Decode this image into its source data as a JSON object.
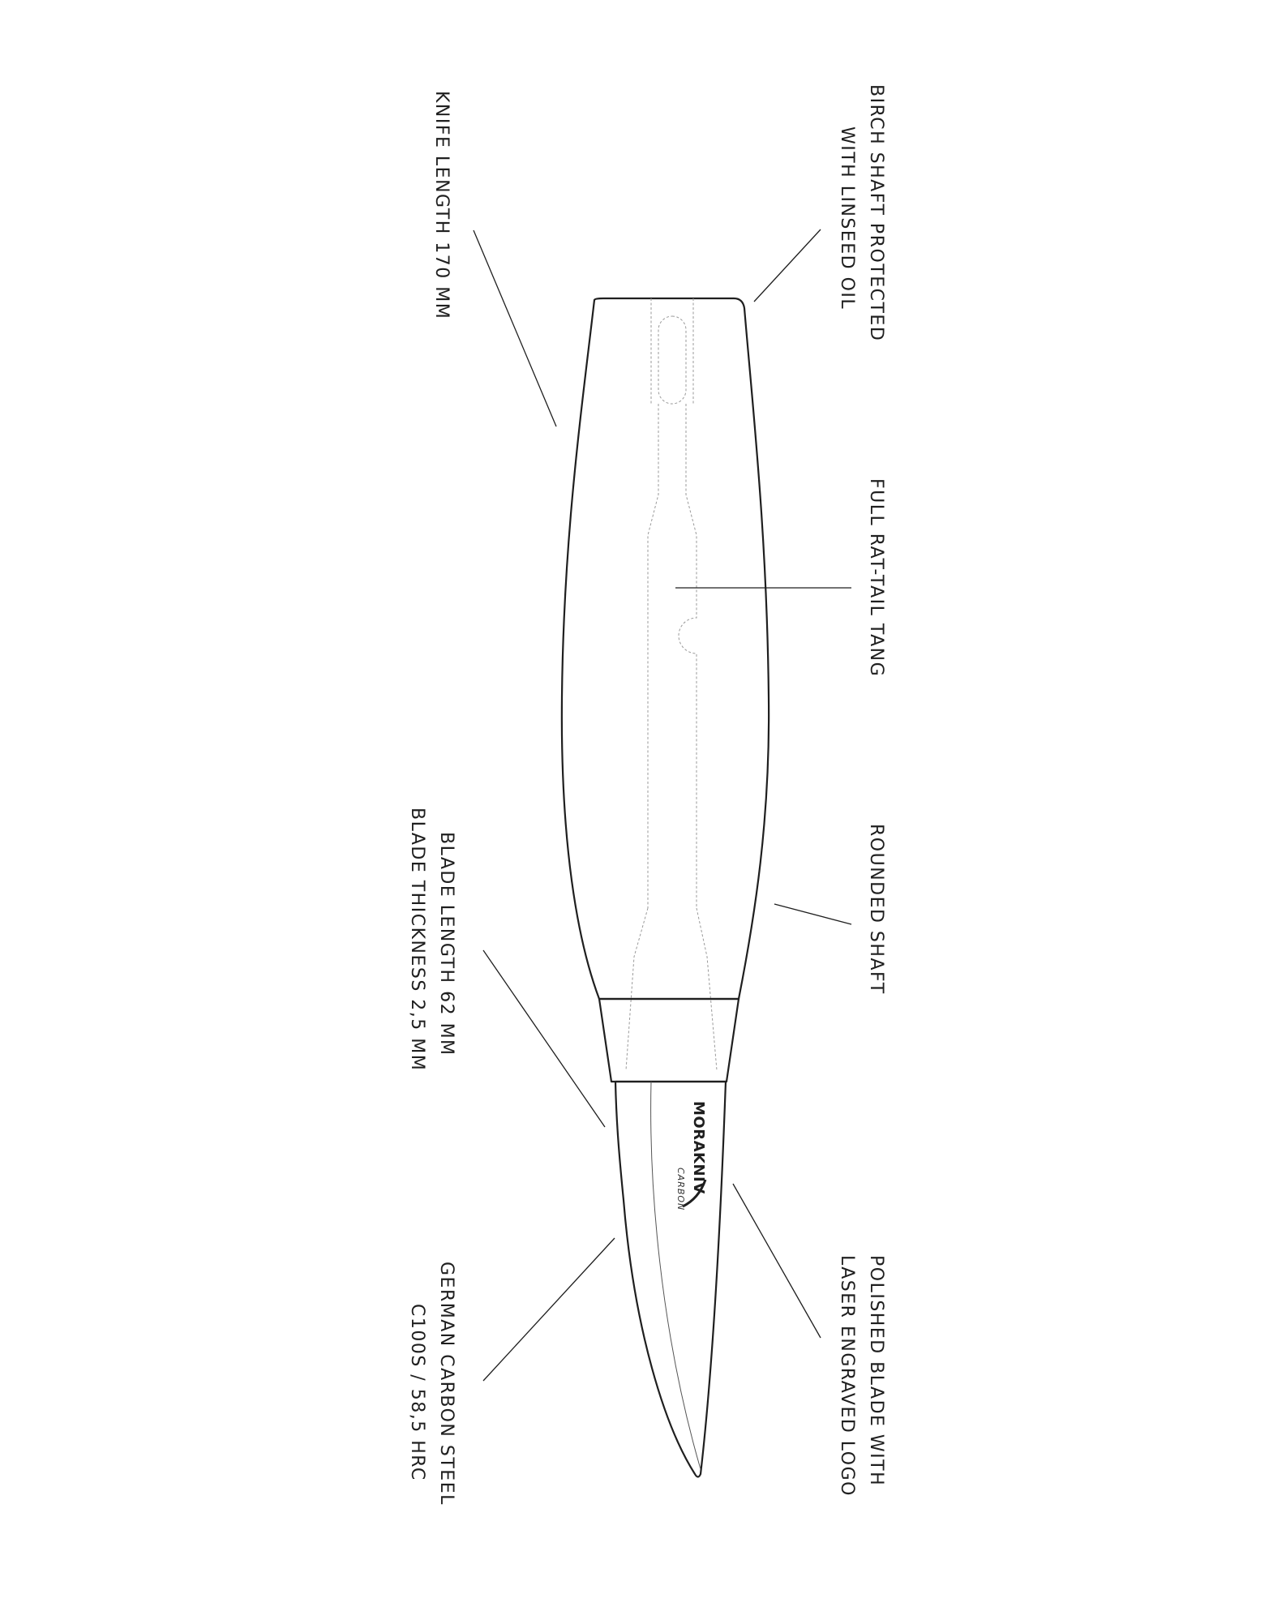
{
  "callouts": {
    "birch_shaft": [
      "BIRCH SHAFT PROTECTED",
      "WITH LINSEED OIL"
    ],
    "knife_length": [
      "KNIFE LENGTH 170 MM"
    ],
    "rat_tail_tang": [
      "FULL RAT-TAIL TANG"
    ],
    "rounded_shaft": [
      "ROUNDED SHAFT"
    ],
    "blade_length": [
      "BLADE LENGTH 62 MM",
      "BLADE THICKNESS 2,5 MM"
    ],
    "polished_blade": [
      "POLISHED BLADE WITH",
      "LASER ENGRAVED LOGO"
    ],
    "carbon_steel": [
      "GERMAN CARBON STEEL",
      "C100S / 58,5 HRC"
    ]
  },
  "blade_logo": {
    "brand": "MORAKNIV",
    "subtitle": "CARBON"
  }
}
